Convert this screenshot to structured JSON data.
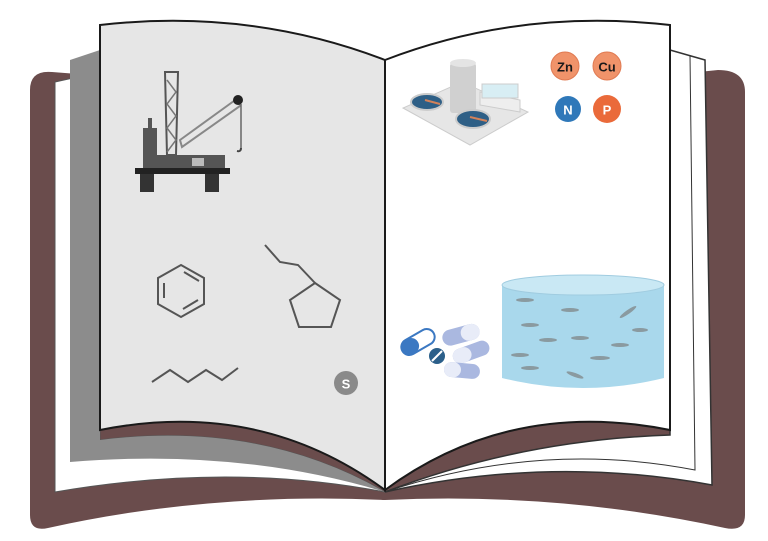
{
  "elements": {
    "metals": [
      "Zn",
      "Cu"
    ],
    "nutrients": [
      "N",
      "P"
    ],
    "sulfur": "S"
  },
  "colors": {
    "cover": "#6a4c4c",
    "left_page": "#e6e6e6",
    "right_page": "#ffffff",
    "metal_badge": "#f0936a",
    "nitrogen_badge": "#2f78b9",
    "phosphorus_badge": "#ea6a3a",
    "sulfur_badge": "#8a8a8a",
    "water": "#a9d8ec"
  }
}
